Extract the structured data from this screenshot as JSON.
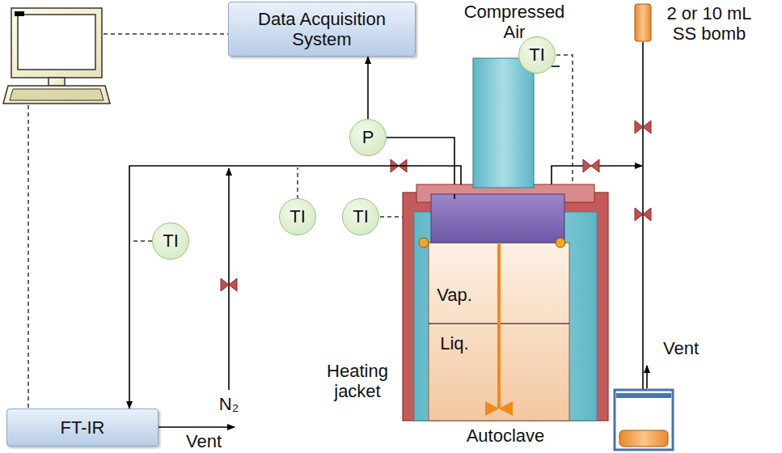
{
  "diagram": {
    "nodes": [
      {
        "text": [
          "Data Acquisition System"
        ]
      },
      {
        "text": [
          "P"
        ]
      },
      {
        "text": [
          "TI"
        ]
      },
      {
        "text": [
          "TI"
        ]
      },
      {
        "text": [
          "TI"
        ]
      },
      {
        "text": [
          "TI"
        ]
      },
      {
        "text": [
          "FT-IR"
        ]
      },
      {
        "text": [
          "Autoclave"
        ]
      }
    ],
    "edges": [
      {
        "from": 1,
        "to": 0,
        "arrow": "to"
      },
      {
        "from": 7,
        "to": 6,
        "arrow": "to"
      }
    ],
    "labels": [
      "Compressed Air",
      "2 or 10 mL SS bomb",
      "Vent",
      "Vap.",
      "N₂",
      "Heating jacket",
      "Liq.",
      "Vent"
    ]
  }
}
